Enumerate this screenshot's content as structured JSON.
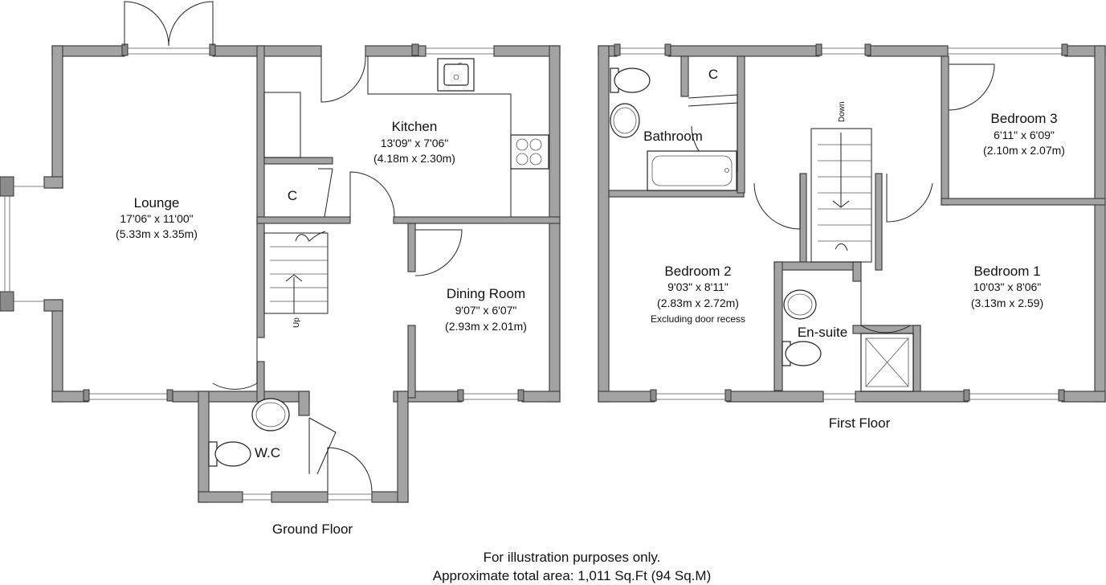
{
  "floors": {
    "ground": {
      "label": "Ground Floor",
      "rooms": {
        "lounge": {
          "name": "Lounge",
          "imperial": "17'06\" x 11'00\"",
          "metric": "(5.33m x 3.35m)"
        },
        "kitchen": {
          "name": "Kitchen",
          "imperial": "13'09\" x 7'06\"",
          "metric": "(4.18m x 2.30m)"
        },
        "dining": {
          "name": "Dining Room",
          "imperial": "9'07\" x 6'07\"",
          "metric": "(2.93m x 2.01m)"
        },
        "cupboard": {
          "name": "C"
        },
        "wc": {
          "name": "W.C"
        },
        "stairs": {
          "label": "Up"
        }
      }
    },
    "first": {
      "label": "First Floor",
      "rooms": {
        "bedroom1": {
          "name": "Bedroom 1",
          "imperial": "10'03\" x 8'06\"",
          "metric": "(3.13m x 2.59)"
        },
        "bedroom2": {
          "name": "Bedroom 2",
          "imperial": "9'03\" x 8'11\"",
          "metric": "(2.83m x 2.72m)",
          "note": "Excluding door recess"
        },
        "bedroom3": {
          "name": "Bedroom 3",
          "imperial": "6'11\" x 6'09\"",
          "metric": "(2.10m x 2.07m)"
        },
        "bathroom": {
          "name": "Bathroom"
        },
        "ensuite": {
          "name": "En-suite"
        },
        "cupboard": {
          "name": "C"
        },
        "stairs": {
          "label": "Down"
        }
      }
    }
  },
  "footer": {
    "line1": "For illustration purposes only.",
    "line2": "Approximate total area: 1,011 Sq.Ft (94 Sq.M)"
  }
}
